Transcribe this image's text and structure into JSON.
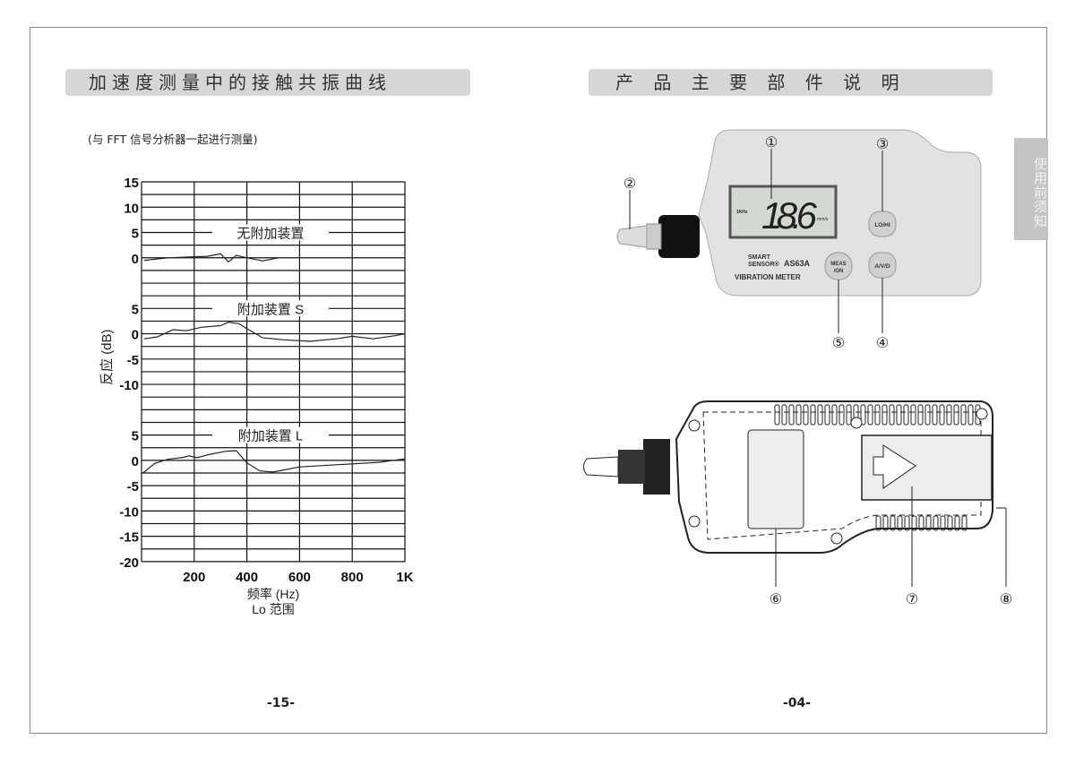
{
  "left_page": {
    "title": "加速度测量中的接触共振曲线",
    "subtitle": "(与 FFT 信号分析器一起进行测量)",
    "page_number": "-15-"
  },
  "right_page": {
    "title": "产 品 主 要 部 件 说 明",
    "side_tab": "使用前须知",
    "page_number": "-04-",
    "device_front": {
      "display_value": "18.6",
      "display_unit": "mm/s",
      "display_freq": "1KHz",
      "brand_line1": "SMART",
      "brand_line2": "SENSOR®",
      "model": "AS63A",
      "product_name": "VIBRATION METER",
      "buttons": {
        "lohi": "LO/HI",
        "meas_line1": "MEAS",
        "meas_line2": "/ON",
        "avd": "A/V/D"
      }
    },
    "callouts": [
      "①",
      "②",
      "③",
      "④",
      "⑤",
      "⑥",
      "⑦",
      "⑧"
    ]
  },
  "chart_data": {
    "type": "line",
    "ylabel": "反应 (dB)",
    "xlabel": "频率 (Hz)",
    "xlabel2": "Lo 范围",
    "x_range": [
      0,
      1000
    ],
    "x_ticks": [
      "200",
      "400",
      "600",
      "800",
      "1K"
    ],
    "x_tick_values": [
      200,
      400,
      600,
      800,
      1000
    ],
    "grid": true,
    "panels": [
      {
        "name": "无附加装置",
        "zero_row": 6,
        "ticks": [
          {
            "label": "15",
            "row": 0
          },
          {
            "label": "10",
            "row": 2
          },
          {
            "label": "5",
            "row": 4
          },
          {
            "label": "0",
            "row": 6
          }
        ],
        "points": [
          [
            10,
            -0.5
          ],
          [
            100,
            0
          ],
          [
            200,
            0.2
          ],
          [
            250,
            0.3
          ],
          [
            300,
            0.8
          ],
          [
            330,
            -0.8
          ],
          [
            360,
            0.5
          ],
          [
            400,
            0
          ],
          [
            460,
            -0.6
          ],
          [
            520,
            0
          ]
        ]
      },
      {
        "name": "附加装置 S",
        "zero_row": 12,
        "ticks": [
          {
            "label": "5",
            "row": 10
          },
          {
            "label": "0",
            "row": 12
          },
          {
            "label": "-5",
            "row": 14
          },
          {
            "label": "-10",
            "row": 16
          }
        ],
        "points": [
          [
            10,
            -1
          ],
          [
            60,
            -0.6
          ],
          [
            120,
            0.8
          ],
          [
            170,
            0.6
          ],
          [
            230,
            1.3
          ],
          [
            300,
            1.6
          ],
          [
            330,
            2.3
          ],
          [
            370,
            2
          ],
          [
            400,
            1
          ],
          [
            460,
            -0.8
          ],
          [
            540,
            -1.2
          ],
          [
            640,
            -1.5
          ],
          [
            740,
            -1
          ],
          [
            800,
            -0.5
          ],
          [
            880,
            -1
          ],
          [
            960,
            -0.4
          ],
          [
            1000,
            0
          ]
        ]
      },
      {
        "name": "附加装置 L",
        "zero_row": 22,
        "ticks": [
          {
            "label": "5",
            "row": 20
          },
          {
            "label": "0",
            "row": 22
          },
          {
            "label": "-5",
            "row": 24
          },
          {
            "label": "-10",
            "row": 26
          },
          {
            "label": "-15",
            "row": 28
          },
          {
            "label": "-20",
            "row": 30
          }
        ],
        "points": [
          [
            5,
            -2.5
          ],
          [
            50,
            -0.6
          ],
          [
            100,
            0.2
          ],
          [
            160,
            0.6
          ],
          [
            180,
            0.9
          ],
          [
            210,
            0.5
          ],
          [
            260,
            1.2
          ],
          [
            320,
            1.8
          ],
          [
            360,
            1.9
          ],
          [
            400,
            -0.5
          ],
          [
            450,
            -2.1
          ],
          [
            500,
            -2.3
          ],
          [
            600,
            -1.3
          ],
          [
            800,
            -0.7
          ],
          [
            900,
            -0.4
          ],
          [
            1000,
            0.3
          ]
        ]
      }
    ],
    "rows": 30,
    "db_per_row": 2.5
  }
}
